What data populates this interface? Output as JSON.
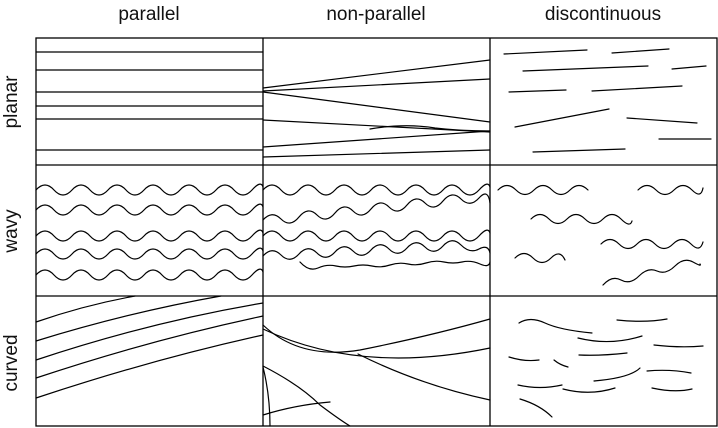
{
  "columns": [
    "parallel",
    "non-parallel",
    "discontinuous"
  ],
  "rows": [
    "planar",
    "wavy",
    "curved"
  ]
}
